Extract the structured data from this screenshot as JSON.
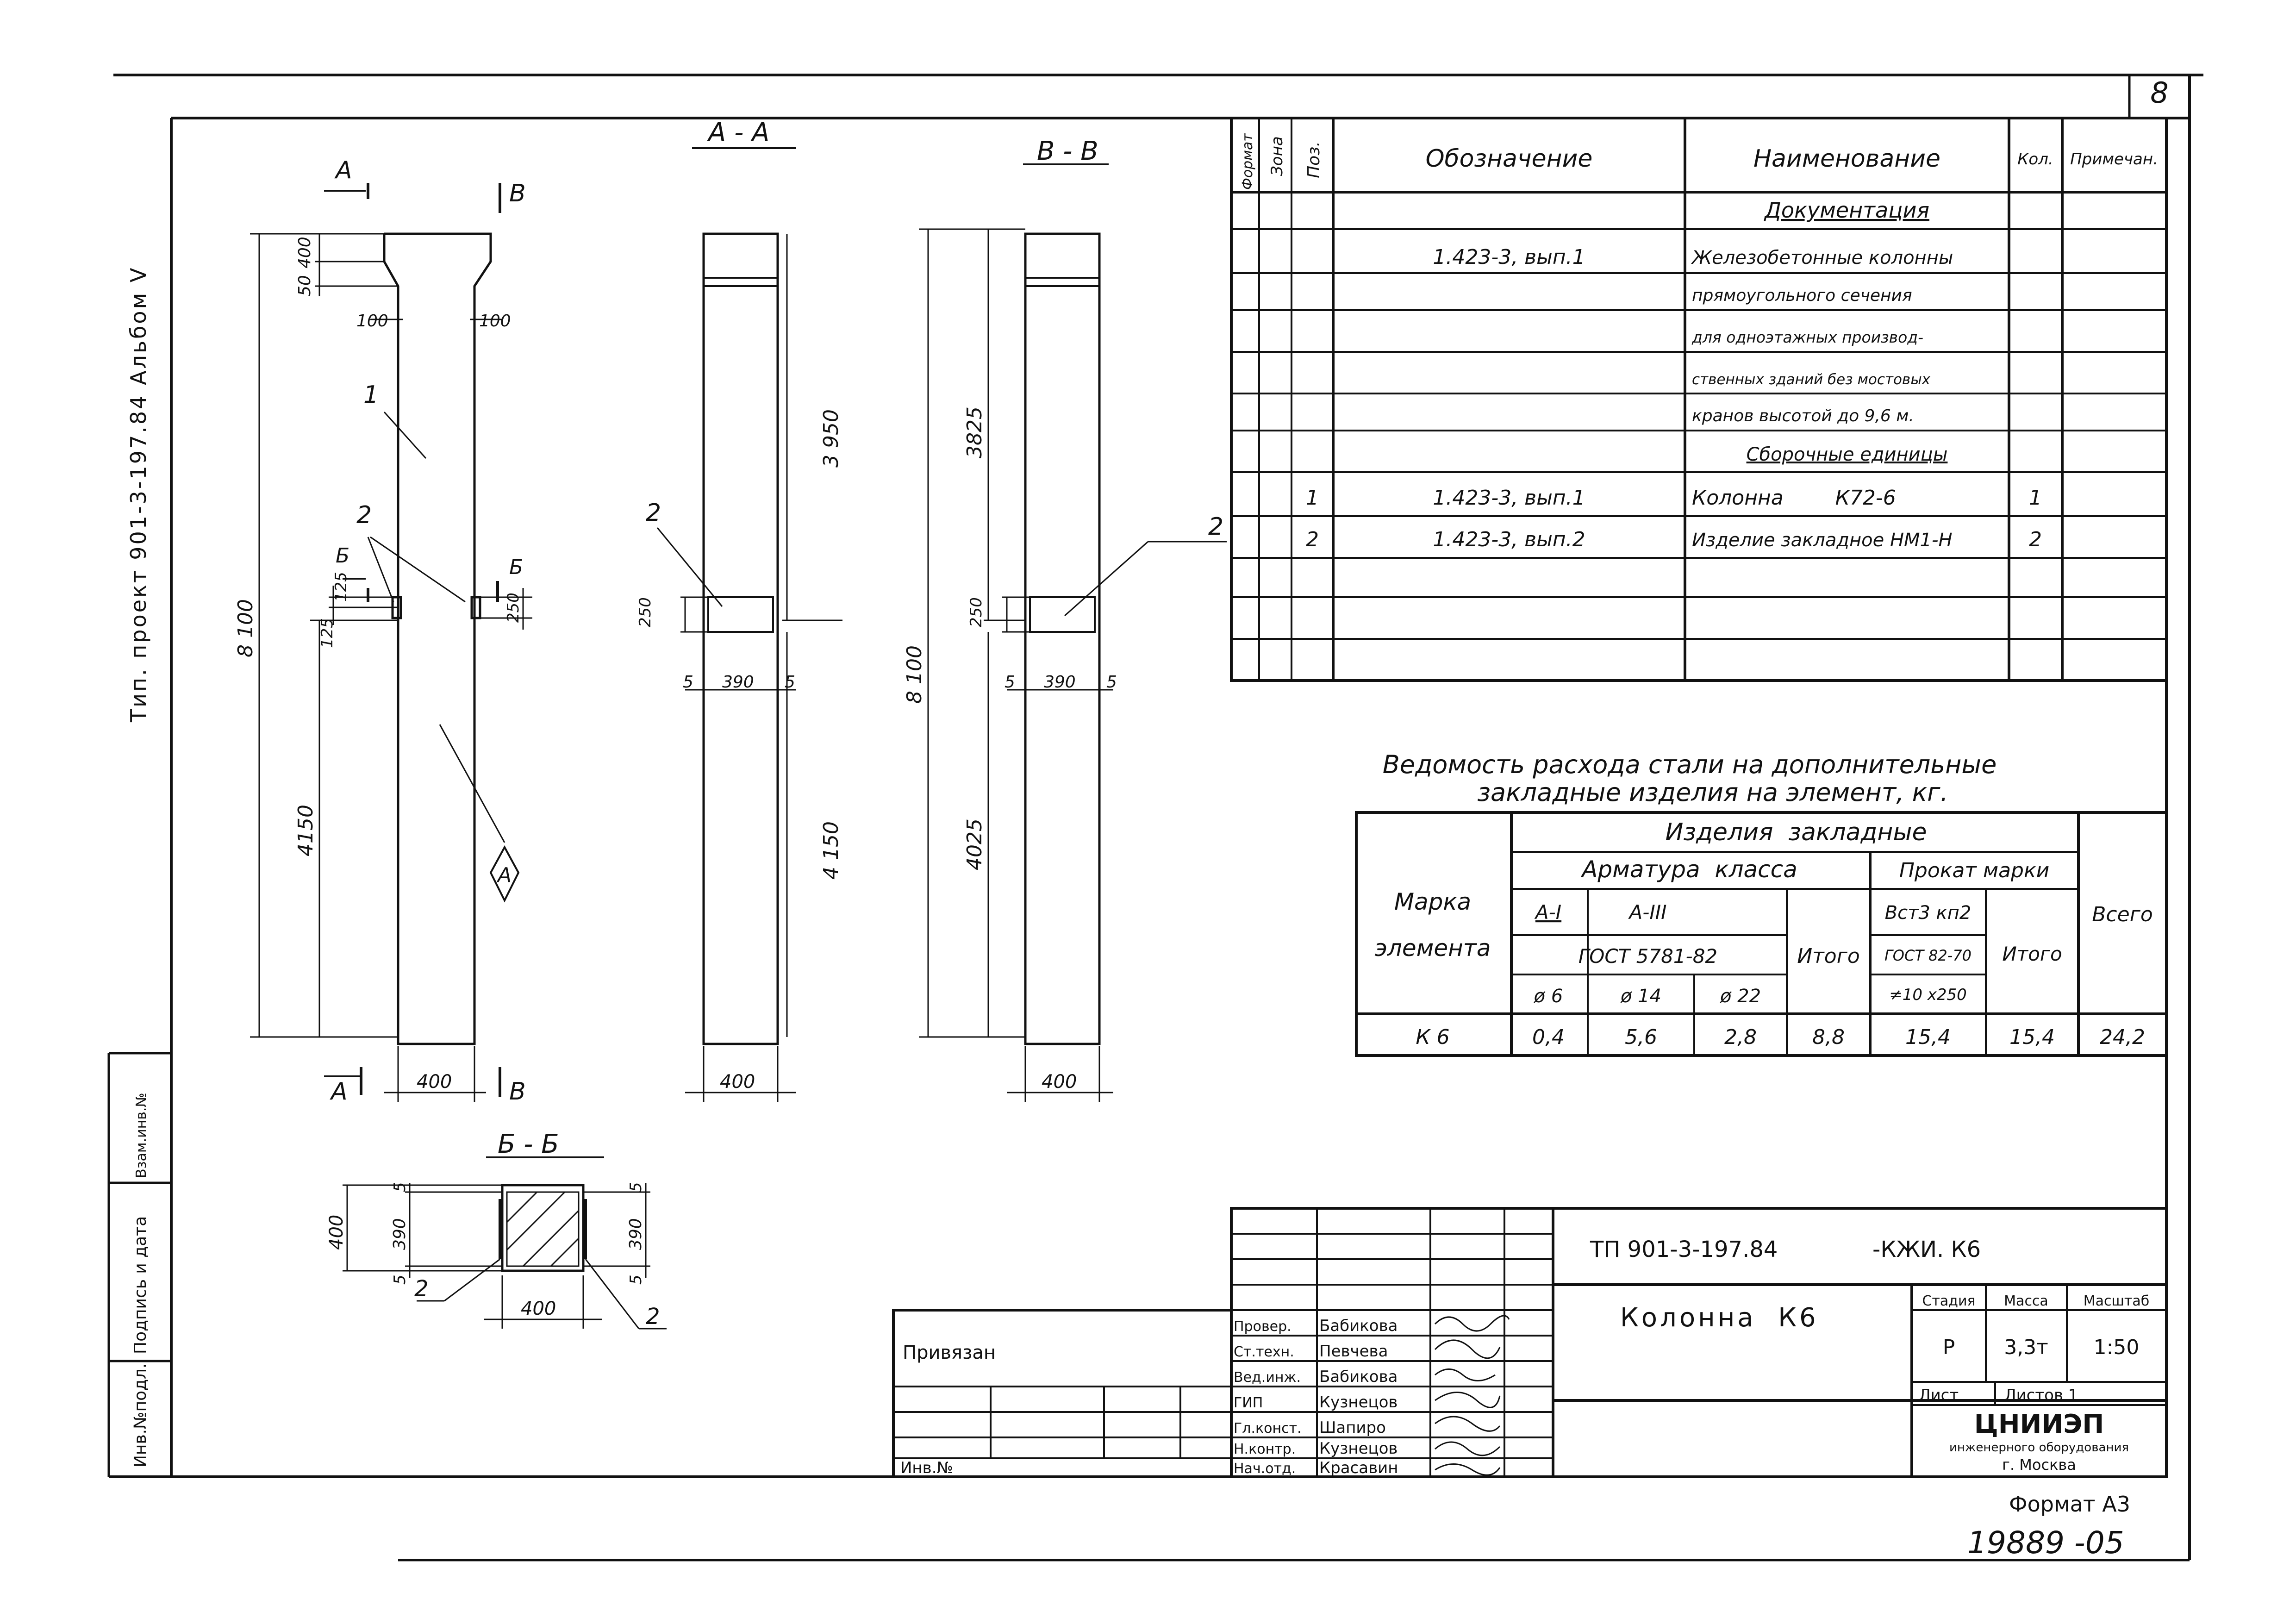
{
  "sheet": {
    "page_number": "8",
    "format": "Формат А3",
    "archive_number": "19889 -05",
    "left_margin_text": "Тип. проект 901-3-197.84 Альбом V",
    "margin_labels": [
      "Инв.№подл.",
      "Подпись и дата",
      "Взам.инв.№"
    ]
  },
  "drawing": {
    "main_view": {
      "section_marks": [
        "А",
        "В",
        "Б",
        "Б",
        "А",
        "В"
      ],
      "dims": [
        "400",
        "50",
        "100",
        "100",
        "8 100",
        "125",
        "125",
        "250",
        "4150",
        "400"
      ],
      "pos_labels": [
        "1",
        "2"
      ],
      "note_mark": "А"
    },
    "section_aa": {
      "title": "А - А",
      "dims": [
        "3 950",
        "250",
        "5",
        "390",
        "5",
        "4 150",
        "400"
      ],
      "pos_label": "2"
    },
    "section_vv": {
      "title": "В - В",
      "dims": [
        "3825",
        "8 100",
        "250",
        "5",
        "390",
        "5",
        "4025",
        "400"
      ],
      "pos_label": "2"
    },
    "section_bb": {
      "title": "Б - Б",
      "dims": [
        "400",
        "5",
        "390",
        "5",
        "5",
        "390",
        "5",
        "400"
      ],
      "pos_labels": [
        "2",
        "2"
      ]
    }
  },
  "spec": {
    "headers": [
      "Формат",
      "Зона",
      "Поз.",
      "Обозначение",
      "Наименование",
      "Кол.",
      "Примечан."
    ],
    "rows": [
      {
        "pos": "",
        "designation": "",
        "name": "Документация",
        "qty": "",
        "heading": true
      },
      {
        "pos": "",
        "designation": "1.423-3, вып.1",
        "name": "Железобетонные колонны",
        "qty": ""
      },
      {
        "pos": "",
        "designation": "",
        "name": "прямоугольного сечения",
        "qty": ""
      },
      {
        "pos": "",
        "designation": "",
        "name": "для одноэтажных производ-",
        "qty": ""
      },
      {
        "pos": "",
        "designation": "",
        "name": "ственных зданий без мостовых",
        "qty": ""
      },
      {
        "pos": "",
        "designation": "",
        "name": "кранов высотой до 9,6 м.",
        "qty": ""
      },
      {
        "pos": "",
        "designation": "",
        "name": "Сборочные единицы",
        "qty": "",
        "heading": true
      },
      {
        "pos": "1",
        "designation": "1.423-3, вып.1",
        "name": "Колонна        К72-6",
        "qty": "1"
      },
      {
        "pos": "2",
        "designation": "1.423-3, вып.2",
        "name": "Изделие закладное НМ1-Н",
        "qty": "2"
      },
      {
        "pos": "",
        "designation": "",
        "name": "",
        "qty": ""
      },
      {
        "pos": "",
        "designation": "",
        "name": "",
        "qty": ""
      },
      {
        "pos": "",
        "designation": "",
        "name": "",
        "qty": ""
      }
    ]
  },
  "steel": {
    "title1": "Ведомость расхода стали на дополнительные",
    "title2": "закладные изделия на элемент, кг.",
    "col_mark": "Марка элемента",
    "col_mark_l1": "Марка",
    "col_mark_l2": "элемента",
    "group": "Изделия  закладные",
    "arm": "Арматура  класса",
    "rolled": "Прокат марки",
    "ai": "А-I",
    "aiii": "А-III",
    "gost1": "ГОСТ 5781-82",
    "itogo1": "Итого",
    "vst": "Вст3 кп2",
    "gost2": "ГОСТ 82-70",
    "size": "≠10 х250",
    "itogo2": "Итого",
    "total": "Всего",
    "d6": "ø 6",
    "d14": "ø 14",
    "d22": "ø 22",
    "row": {
      "mark": "К 6",
      "v6": "0,4",
      "v14": "5,6",
      "v22": "2,8",
      "sum1": "8,8",
      "rolled": "15,4",
      "sum2": "15,4",
      "total": "24,2"
    }
  },
  "stamp": {
    "code": "ТП 901-3-197.84",
    "code_suffix": "-КЖИ. К6",
    "title": "Колонна  К6",
    "stage_label": "Стадия",
    "mass_label": "Масса",
    "scale_label": "Масштаб",
    "stage": "Р",
    "mass": "3,3т",
    "scale": "1:50",
    "sheet_label": "Лист",
    "sheets_label": "Листов 1",
    "org1": "ЦНИИЭП",
    "org2": "инженерного оборудования",
    "org3": "г. Москва",
    "privyazan": "Привязан",
    "inv": "Инв.№",
    "people": [
      {
        "role": "Провер.",
        "name": "Бабикова"
      },
      {
        "role": "Ст.техн.",
        "name": "Певчева"
      },
      {
        "role": "Вед.инж.",
        "name": "Бабикова"
      },
      {
        "role": "ГИП",
        "name": "Кузнецов"
      },
      {
        "role": "Гл.конст.",
        "name": "Шапиро"
      },
      {
        "role": "Н.контр.",
        "name": "Кузнецов"
      },
      {
        "role": "Нач.отд.",
        "name": "Красавин"
      }
    ]
  }
}
